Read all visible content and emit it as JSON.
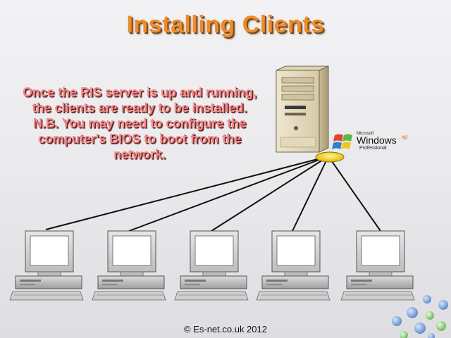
{
  "slide": {
    "title": "Installing Clients",
    "body": "Once the RIS server is up and running, the clients are ready to be installed. N.B. You may need to configure the computer's BIOS to boot from the network.",
    "footer": "© Es-net.co.uk 2012"
  },
  "windows_logo": {
    "small": "Microsoft",
    "main": "Windows",
    "sup": "xp",
    "edition": "Professional"
  },
  "diagram": {
    "server": "server-tower",
    "hub": "network-hub",
    "clients": 5
  },
  "colors": {
    "title": "#f08a2a",
    "body": "#f28a8a",
    "hub": "#f3d21a"
  }
}
